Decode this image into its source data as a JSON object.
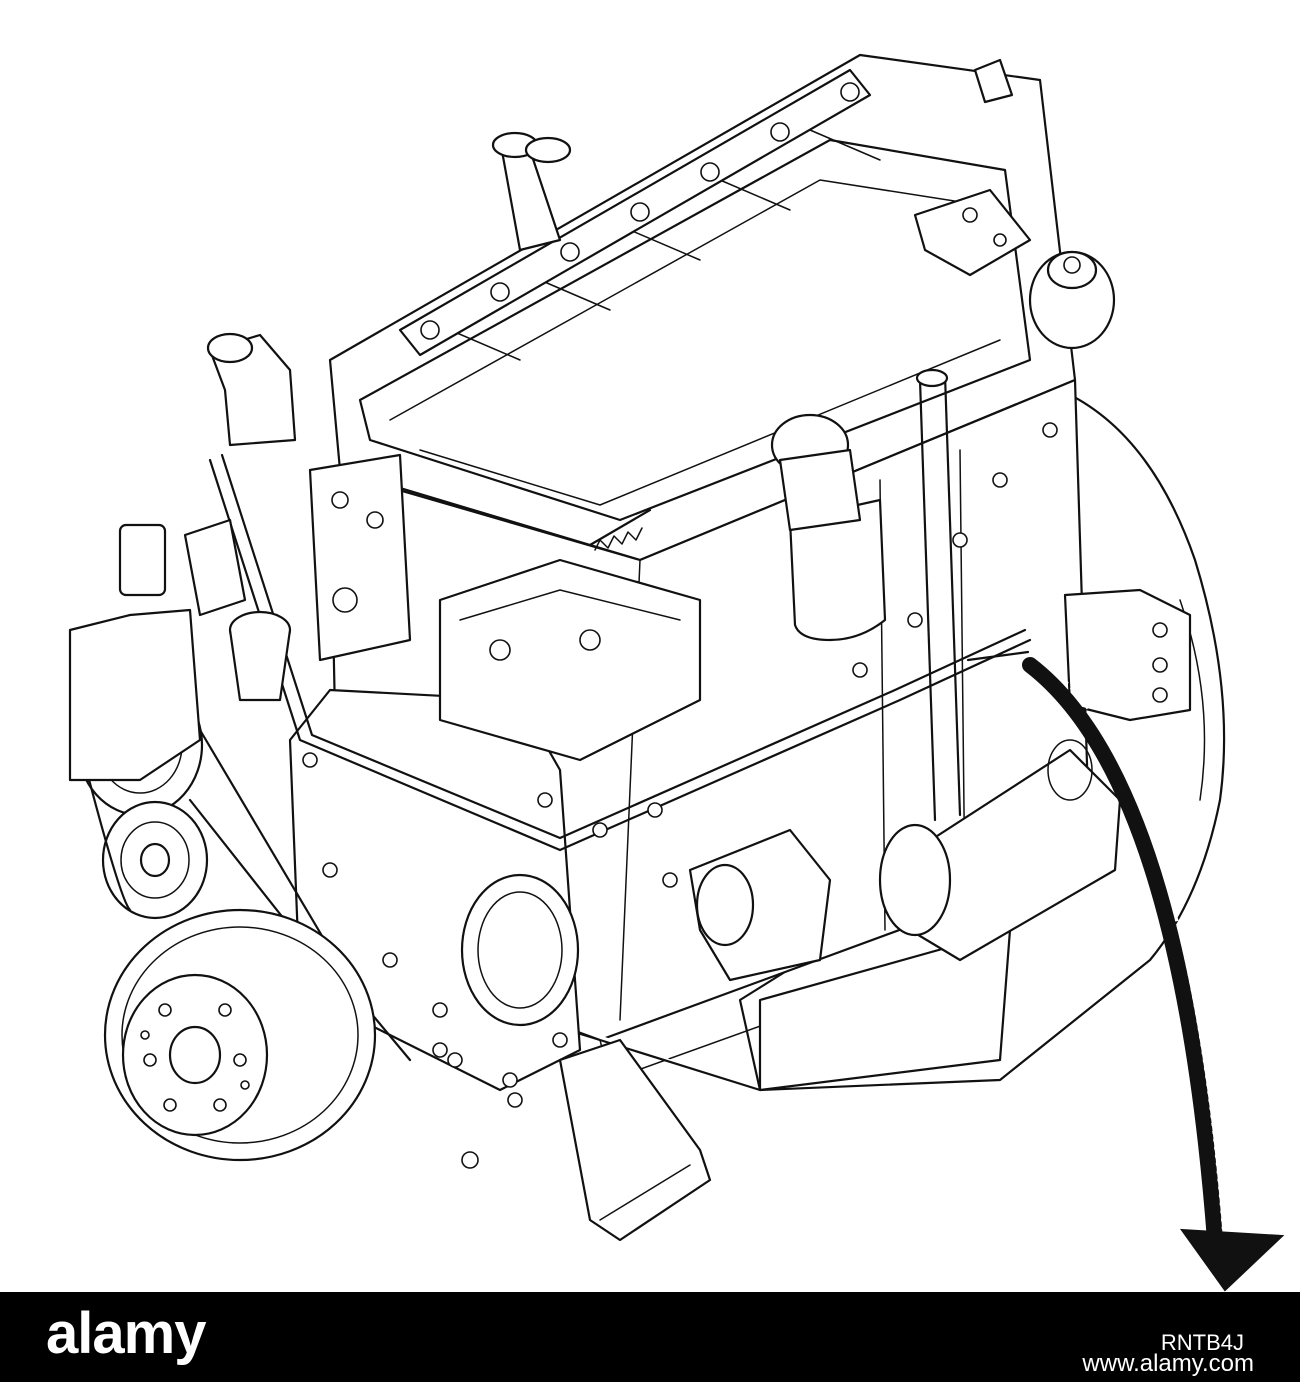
{
  "watermark": {
    "brand": "alamy",
    "image_id": "RNTB4J",
    "site": "www.alamy.com"
  },
  "icons": {
    "engine": "engine-illustration-icon",
    "arrow": "curved-arrow-icon"
  },
  "colors": {
    "line": "#111111",
    "background": "#ffffff",
    "watermark_bar": "#000000",
    "watermark_text": "#ffffff"
  }
}
